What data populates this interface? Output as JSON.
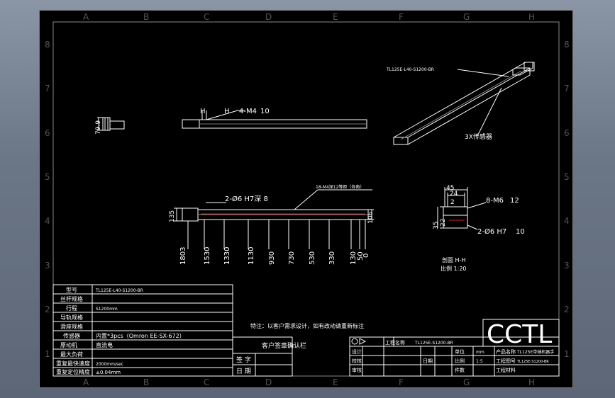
{
  "border": {
    "cols": [
      "A",
      "B",
      "C",
      "D",
      "E",
      "F",
      "G",
      "H"
    ],
    "rows": [
      "8",
      "7",
      "6",
      "5",
      "4",
      "3",
      "2",
      "1"
    ]
  },
  "views": {
    "front_dim": "79.9",
    "top_h1": "H",
    "top_h2": "H",
    "top_holes": "4-M4",
    "top_depth": "10",
    "iso_model": "TL125E-L40-S1200-BR",
    "iso_sensor": "3X传感器",
    "main_pins": "2-Ø6 H7深 8",
    "main_holes": "18-M4深12等距（各角）",
    "dim_135": "135",
    "dim_106": "106",
    "xdims": [
      "1803",
      "1530",
      "1330",
      "1130",
      "930",
      "730",
      "530",
      "330",
      "130",
      "50",
      "0"
    ],
    "sec_45": "45",
    "sec_24": "24",
    "sec_2": "2",
    "sec_35": "35",
    "sec_22": "22",
    "sec_holes": "8-M6",
    "sec_depth": "12",
    "sec_pins": "2-Ø6 H7",
    "sec_pins_depth": "10",
    "sec_view": "剖面 H-H",
    "sec_scale": "比例 1:20"
  },
  "note": "特注：以客户需求设计，如有改动请重新标注",
  "params": [
    {
      "label": "型号",
      "value": "TL125E-L40-S1200-BR"
    },
    {
      "label": "丝杆规格",
      "value": ""
    },
    {
      "label": "行程",
      "value": "S1200mm"
    },
    {
      "label": "导轨规格",
      "value": ""
    },
    {
      "label": "滑座规格",
      "value": ""
    },
    {
      "label": "传感器",
      "value": "内置*3pcs（Omron EE-SX-672）"
    },
    {
      "label": "原动机",
      "value": "直流电"
    },
    {
      "label": "最大负荷",
      "value": ""
    },
    {
      "label": "重复最快速度",
      "value": "2000mm/sec"
    },
    {
      "label": "重复定位精度",
      "value": "±0.04mm"
    }
  ],
  "customer": {
    "title": "客户签章确认栏",
    "sign": "签 字",
    "date": "日 期"
  },
  "titleblock": {
    "project_label": "工程名称",
    "project_value": "TL125E-S1200-BR",
    "design": "设计",
    "check": "校核",
    "approve": "审核",
    "date": "日期",
    "unit": "单位",
    "unit_value": "mm",
    "scale": "比例",
    "scale_value": "1:5",
    "qty": "件数",
    "product_label": "产品名称",
    "product_value": "TL125E单轴机器手",
    "drawing_label": "工程图号",
    "drawing_value": "TL125E-S1200-BR",
    "material_label": "工程材料",
    "logo": "CCTL"
  }
}
